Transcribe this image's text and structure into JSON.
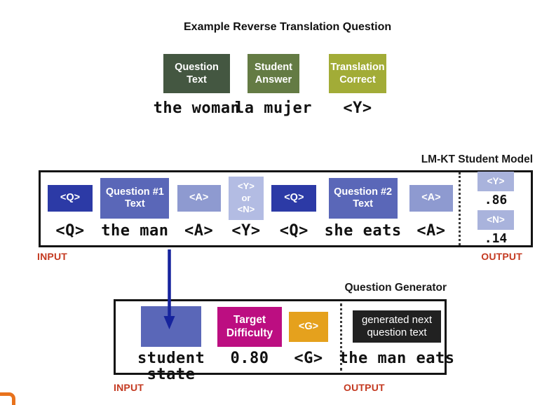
{
  "example_section": {
    "title": "Example Reverse Translation Question",
    "items": [
      {
        "box_label": "Question Text",
        "token_text": "the woman",
        "color": "#445741"
      },
      {
        "box_label": "Student Answer",
        "token_text": "la mujer",
        "color": "#647b44"
      },
      {
        "box_label": "Translation Correct",
        "token_text": "<Y>",
        "color": "#a2ac37"
      }
    ]
  },
  "student_model": {
    "title": "LM-KT Student Model",
    "input_label": "INPUT",
    "output_label": "OUTPUT",
    "tokens": [
      {
        "box_label": "<Q>",
        "token_text": "<Q>",
        "style": "q"
      },
      {
        "box_label": "Question #1 Text",
        "token_text": "the man",
        "style": "qtext"
      },
      {
        "box_label": "<A>",
        "token_text": "<A>",
        "style": "a"
      },
      {
        "box_label": "<Y> or <N>",
        "token_text": "<Y>",
        "style": "yn"
      },
      {
        "box_label": "<Q>",
        "token_text": "<Q>",
        "style": "q"
      },
      {
        "box_label": "Question #2 Text",
        "token_text": "she eats",
        "style": "qtext"
      },
      {
        "box_label": "<A>",
        "token_text": "<A>",
        "style": "a"
      }
    ],
    "outputs": [
      {
        "box_label": "<Y>",
        "probability": ".86"
      },
      {
        "box_label": "<N>",
        "probability": ".14"
      }
    ]
  },
  "question_generator": {
    "title": "Question Generator",
    "input_label": "INPUT",
    "output_label": "OUTPUT",
    "student_state": {
      "token_text": "student state"
    },
    "target_difficulty": {
      "box_label": "Target Difficulty",
      "token_text": "0.80",
      "color": "#bc0e81"
    },
    "generate_token": {
      "box_label": "<G>",
      "token_text": "<G>",
      "color": "#e5a11d"
    },
    "generated_output": {
      "box_label": "generated next question text",
      "token_text": "the man eats"
    }
  },
  "colors": {
    "q_token": "#2c3aa6",
    "question_text_box": "#5a67b8",
    "a_token": "#8e9ad0",
    "yn_token": "#b3bce3",
    "output_token": "#a9b3dc",
    "io_label_red": "#c43a21",
    "arrow_blue": "#16239d",
    "corner_orange": "#e8721c"
  }
}
